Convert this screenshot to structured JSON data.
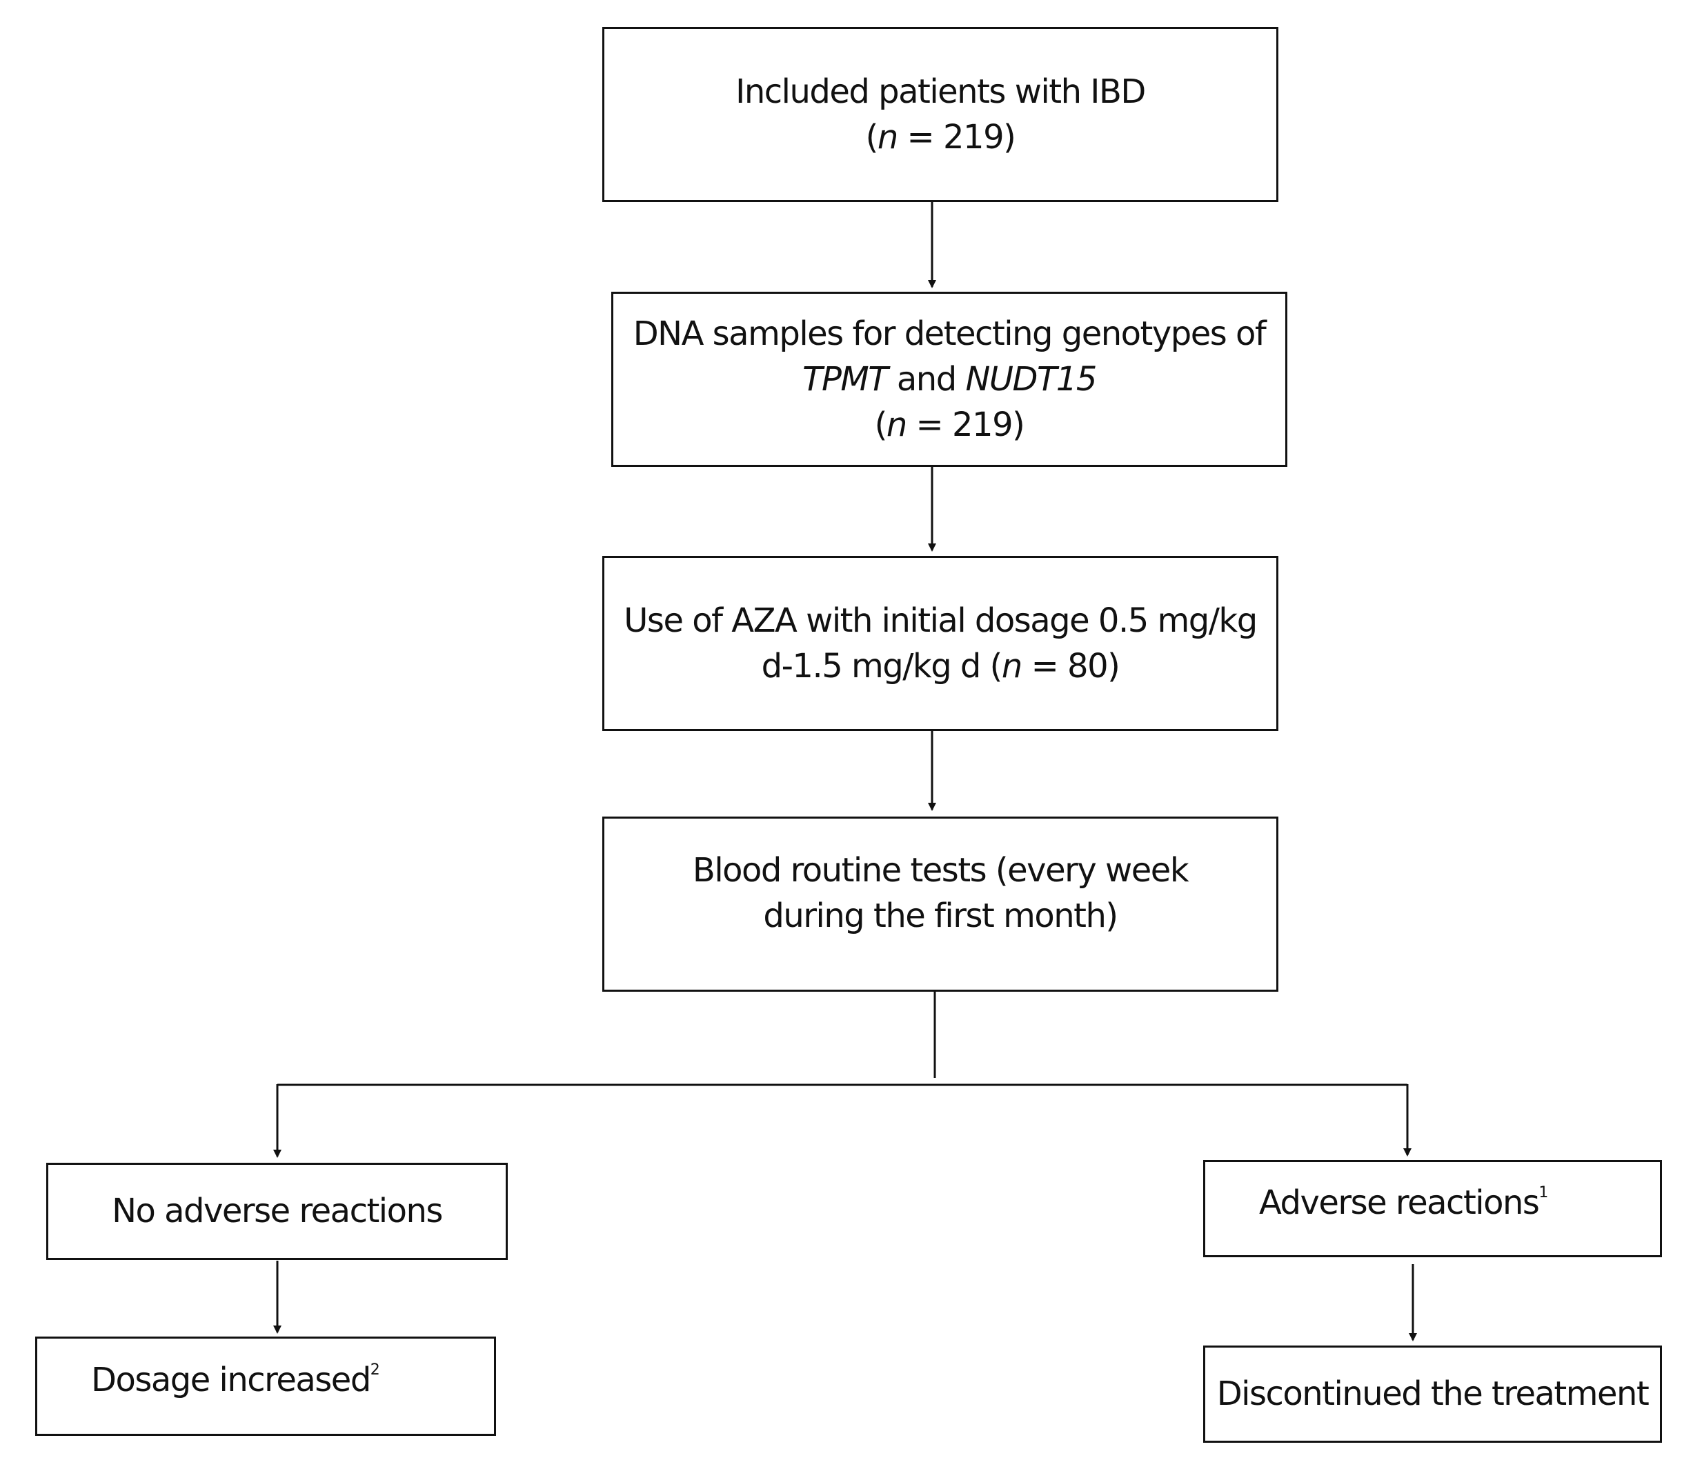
{
  "nodes": {
    "included": {
      "line1": "Included patients with IBD",
      "n_prefix": "(",
      "n_var": "n",
      "n_suffix": " = 219)"
    },
    "dna": {
      "line1": "DNA samples for detecting genotypes of",
      "gene1": "TPMT",
      "and": " and ",
      "gene2": "NUDT15",
      "n_prefix": "(",
      "n_var": "n",
      "n_suffix": " = 219)"
    },
    "aza": {
      "line1": "Use of AZA with initial dosage 0.5 mg/kg",
      "line2_prefix": "d-1.5 mg/kg d (",
      "n_var": "n",
      "n_suffix": " = 80)"
    },
    "blood": {
      "line1": "Blood routine tests (every week",
      "line2": "during the first month)"
    },
    "no_adverse": {
      "label": "No adverse reactions"
    },
    "adverse": {
      "label": "Adverse reactions",
      "footnote": "1"
    },
    "dosage": {
      "label": "Dosage increased",
      "footnote": "2"
    },
    "discontinued": {
      "label": "Discontinued the treatment"
    }
  }
}
